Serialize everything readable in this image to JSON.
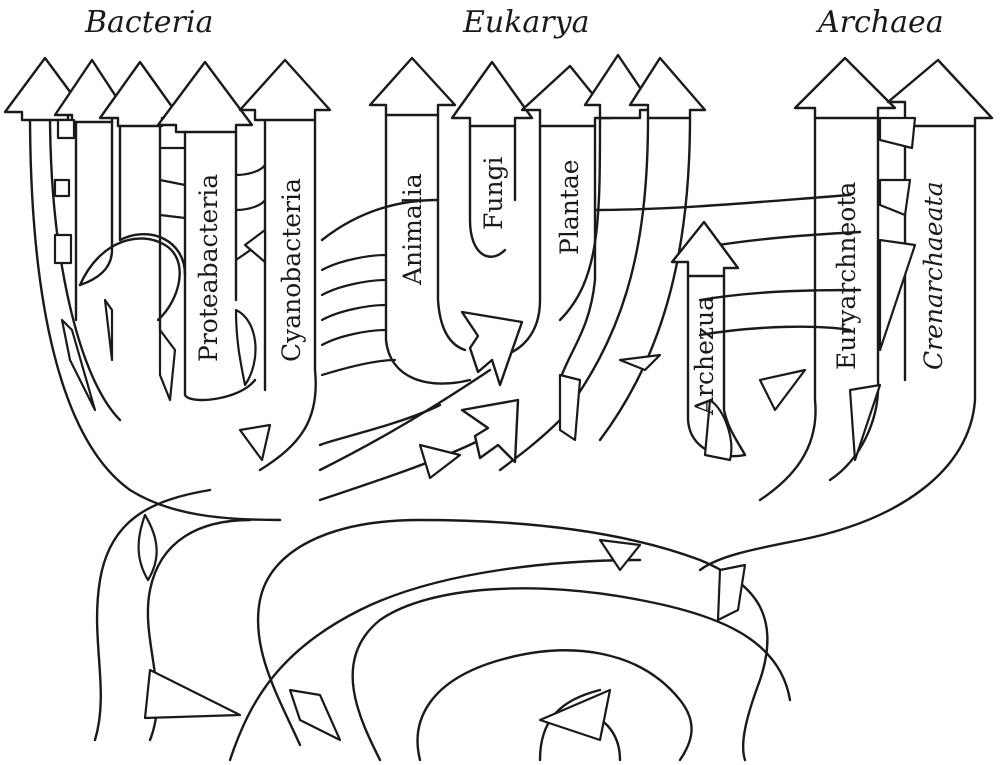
{
  "domains": {
    "bacteria": "Bacteria",
    "eukarya": "Eukarya",
    "archaea": "Archaea"
  },
  "clades": {
    "proteobacteria": "Proteabacteria",
    "cyanobacteria": "Cyanobacteria",
    "animalia": "Animalia",
    "fungi": "Fungi",
    "plantae": "Plantae",
    "archezua": "Archezua",
    "euryarchaeota": "Euryarchneota",
    "crenarchaeota": "Crenarchaeata"
  }
}
